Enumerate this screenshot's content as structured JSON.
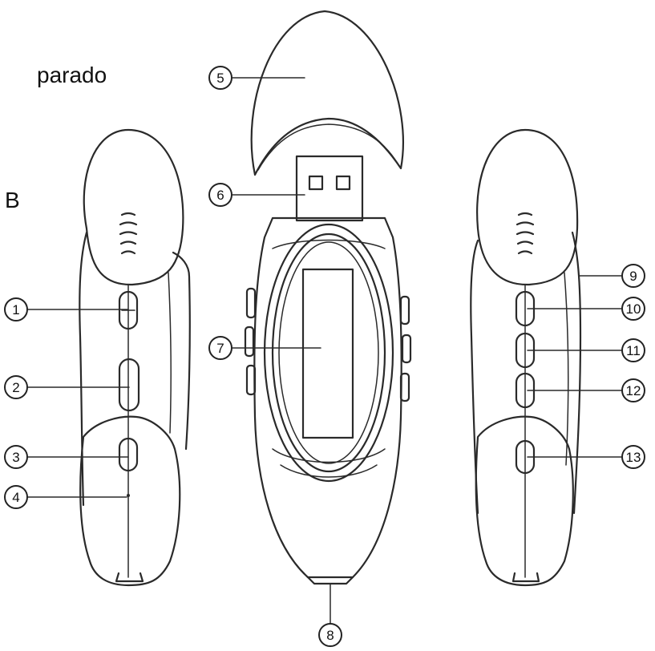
{
  "labels": {
    "parado": "parado",
    "b": "B"
  },
  "callouts": [
    "1",
    "2",
    "3",
    "4",
    "5",
    "6",
    "7",
    "8",
    "9",
    "10",
    "11",
    "12",
    "13"
  ],
  "colors": {
    "line": "#2a2a2a",
    "background": "#ffffff"
  }
}
